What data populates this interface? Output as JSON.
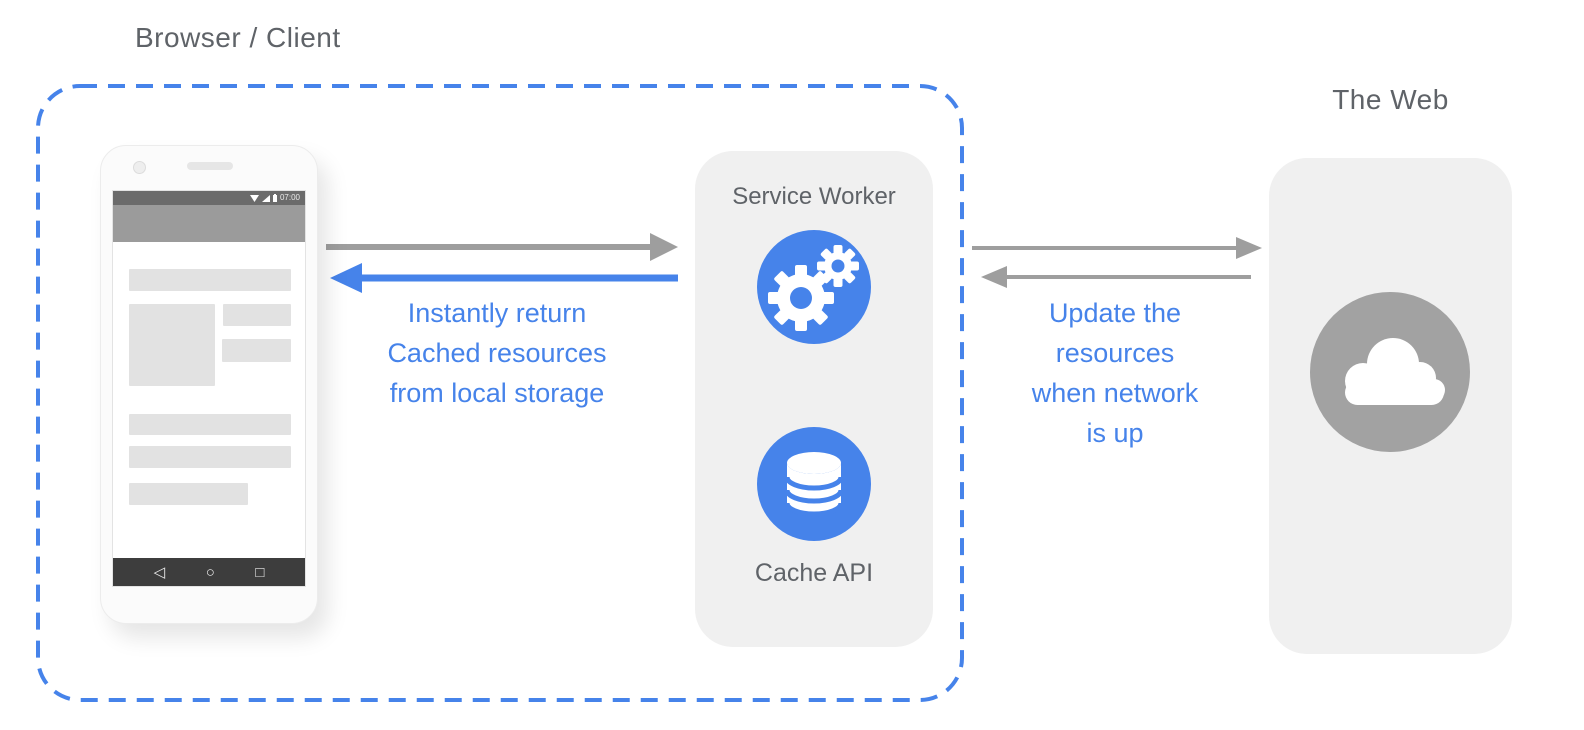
{
  "titles": {
    "browser_client": "Browser / Client",
    "the_web": "The Web"
  },
  "service_worker_box": {
    "title": "Service Worker",
    "cache_label": "Cache API"
  },
  "flow_labels": {
    "cache_return": "Instantly return\nCached resources\nfrom local storage",
    "network_update": "Update the\nresources\nwhen network\nis up"
  },
  "phone": {
    "status_time": "07:00",
    "nav_icons": {
      "back": "◁",
      "home": "○",
      "recents": "□"
    }
  },
  "colors": {
    "accent_blue": "#4683ea",
    "arrow_gray": "#9e9e9e",
    "box_bg": "#f0f0f0",
    "label_gray": "#5f6368",
    "web_circle_gray": "#a2a2a2",
    "dashed_border_blue": "#4683ea"
  }
}
